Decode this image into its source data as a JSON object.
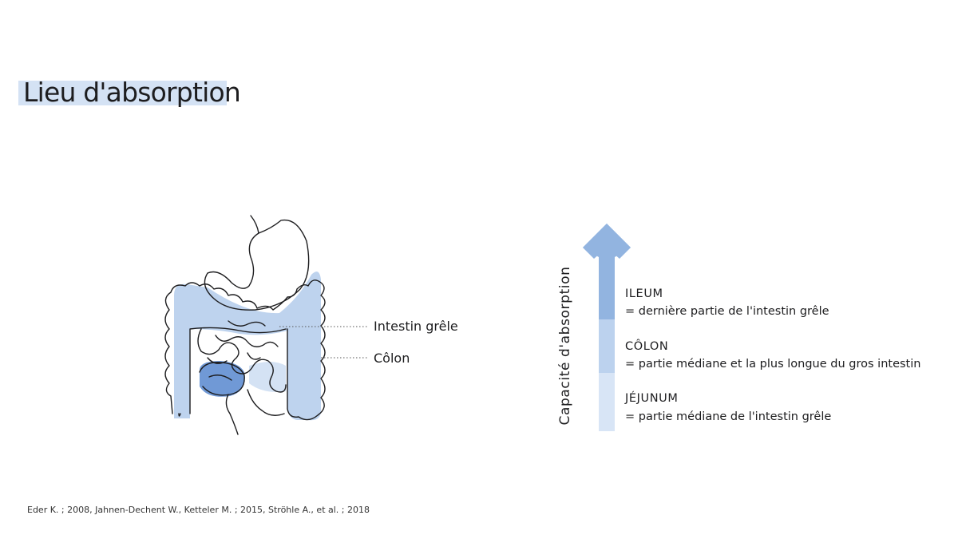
{
  "title": "Lieu d'absorption",
  "organ_labels": {
    "small_intestine": "Intestin grêle",
    "colon": "Côlon"
  },
  "axis_label": "Capacité d'absorption",
  "segments": [
    {
      "name": "ILEUM",
      "description": "= dernière partie de l'intestin grêle",
      "color": "#92b4e0"
    },
    {
      "name": "CÔLON",
      "description": "= partie médiane et la plus longue du gros intestin",
      "color": "#bcd2ee"
    },
    {
      "name": "JÉJUNUM",
      "description": "= partie médiane de l'intestin grêle",
      "color": "#d8e5f6"
    }
  ],
  "source": "Eder K. ; 2008, Jahnen-Dechent W., Ketteler M. ; 2015, Ströhle A., et al. ; 2018",
  "colors": {
    "title_highlight": "#d4e2f4",
    "colon_fill": "#bed3ee",
    "ileum_fill": "#6e95d6",
    "outline": "#1d1d1f"
  }
}
